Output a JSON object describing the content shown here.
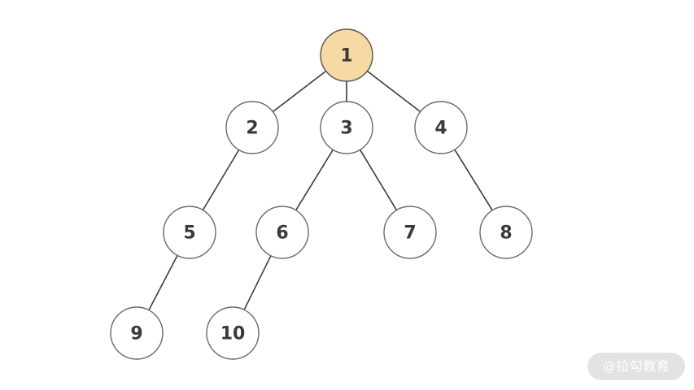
{
  "tree": {
    "root_color": "#f7d9a3",
    "nodes": [
      {
        "id": "1",
        "label": "1",
        "root": true
      },
      {
        "id": "2",
        "label": "2"
      },
      {
        "id": "3",
        "label": "3"
      },
      {
        "id": "4",
        "label": "4"
      },
      {
        "id": "5",
        "label": "5"
      },
      {
        "id": "6",
        "label": "6"
      },
      {
        "id": "7",
        "label": "7"
      },
      {
        "id": "8",
        "label": "8"
      },
      {
        "id": "9",
        "label": "9"
      },
      {
        "id": "10",
        "label": "10"
      }
    ],
    "edges": [
      {
        "from": "1",
        "to": "2"
      },
      {
        "from": "1",
        "to": "3"
      },
      {
        "from": "1",
        "to": "4"
      },
      {
        "from": "2",
        "to": "5"
      },
      {
        "from": "3",
        "to": "6"
      },
      {
        "from": "3",
        "to": "7"
      },
      {
        "from": "4",
        "to": "8"
      },
      {
        "from": "5",
        "to": "9"
      },
      {
        "from": "6",
        "to": "10"
      }
    ]
  },
  "watermark": {
    "text": "@拉勾教育"
  }
}
